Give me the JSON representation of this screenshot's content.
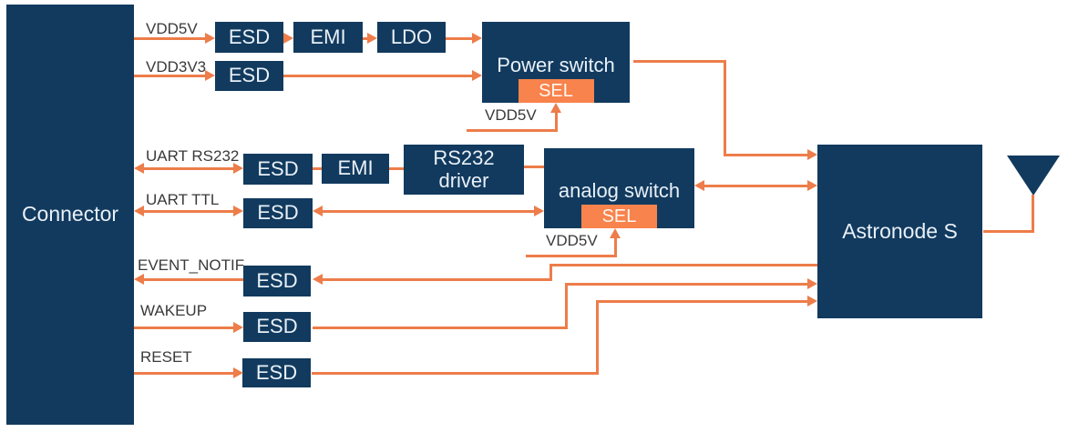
{
  "diagram": {
    "blocks": {
      "connector": "Connector",
      "esd": "ESD",
      "emi": "EMI",
      "ldo": "LDO",
      "power_switch": "Power switch",
      "sel": "SEL",
      "rs232_driver": "RS232 driver",
      "analog_switch": "analog switch",
      "astronode": "Astronode S"
    },
    "net_labels": {
      "vdd5v": "VDD5V",
      "vdd3v3": "VDD3V3",
      "uart_rs232": "UART RS232",
      "uart_ttl": "UART TTL",
      "event_notif": "EVENT_NOTIF",
      "wakeup": "WAKEUP",
      "reset": "RESET"
    },
    "colors": {
      "block_fill": "#113A5E",
      "wire_orange": "#ED7D4A",
      "sel_fill": "#F8834C",
      "label_text": "#3A3A3A",
      "block_text": "#E9F0F7",
      "background": "#FFFFFF"
    }
  }
}
